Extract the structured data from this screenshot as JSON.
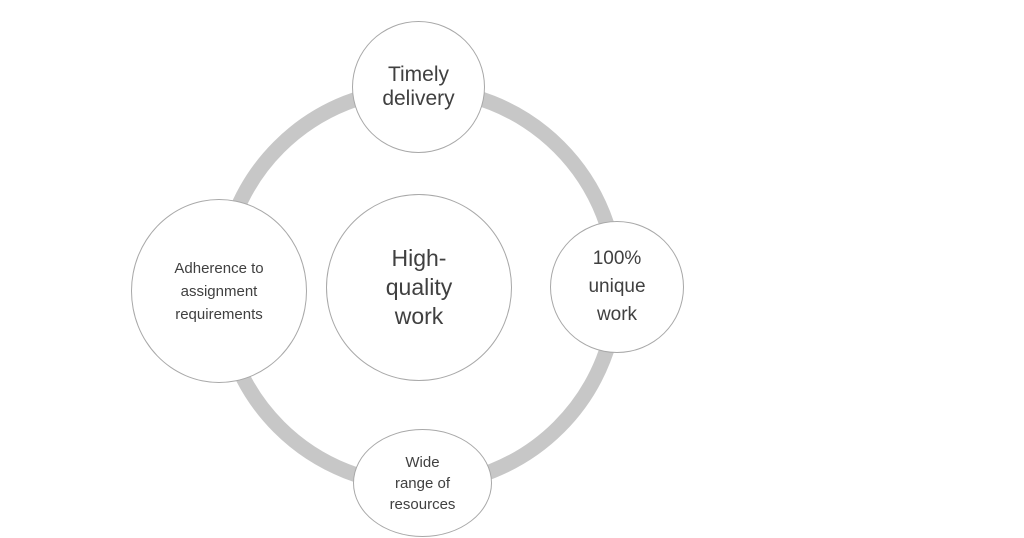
{
  "colors": {
    "background": "#ffffff",
    "ring": "#c7c7c7",
    "circle_border": "#a8a8a8",
    "text": "#404040"
  },
  "diagram": {
    "center": {
      "label": "High-\nquality\nwork"
    },
    "top": {
      "label": "Timely\ndelivery"
    },
    "right": {
      "label": "100%\nunique\nwork"
    },
    "bottom": {
      "label": "Wide\nrange of\nresources"
    },
    "left": {
      "label": "Adherence to\nassignment\nrequirements"
    }
  }
}
